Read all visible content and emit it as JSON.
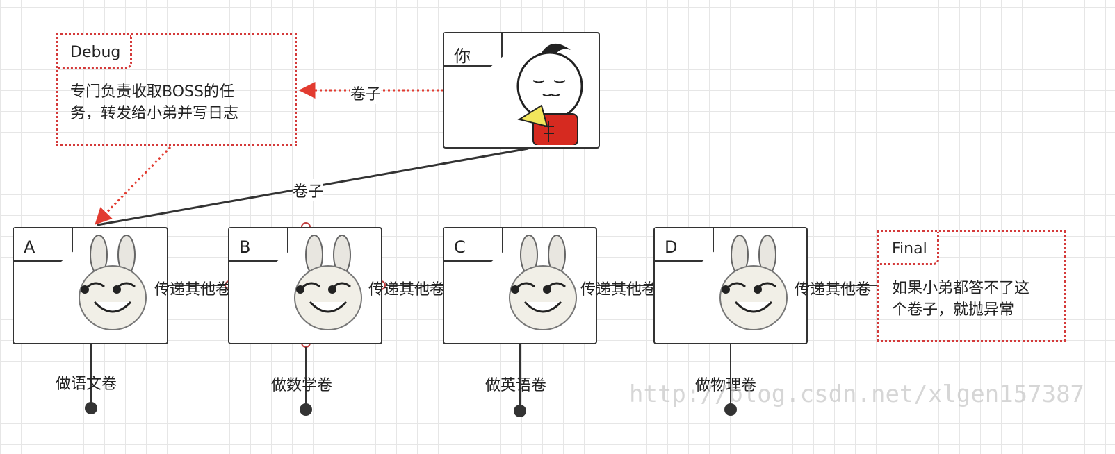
{
  "you_box": {
    "label": "你"
  },
  "debug_note": {
    "title": "Debug",
    "text_line1": "专门负责收取BOSS的任",
    "text_line2": "务，转发给小弟并写日志"
  },
  "edge_you_to_debug": {
    "label": "卷子"
  },
  "edge_you_to_a": {
    "label": "卷子"
  },
  "boxes": [
    {
      "label": "A",
      "task": "做语文卷"
    },
    {
      "label": "B",
      "task": "做数学卷"
    },
    {
      "label": "C",
      "task": "做英语卷"
    },
    {
      "label": "D",
      "task": "做物理卷"
    }
  ],
  "pass_label": "传递其他卷",
  "final_note": {
    "title": "Final",
    "text_line1": "如果小弟都答不了这",
    "text_line2": "个卷子，就抛异常"
  },
  "watermark": "http://blog.csdn.net/xlgen157387",
  "colors": {
    "dotted_red": "#d43a3a",
    "line": "#333333",
    "grid": "#e6e6e6"
  }
}
